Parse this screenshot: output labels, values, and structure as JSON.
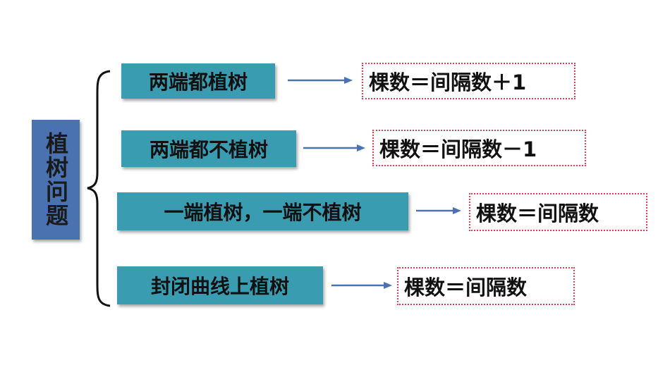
{
  "main_label": "植树问题",
  "rows": [
    {
      "category": "两端都植树",
      "formula": "棵数＝间隔数＋1"
    },
    {
      "category": "两端都不植树",
      "formula": "棵数＝间隔数－1"
    },
    {
      "category": "一端植树，一端不植树",
      "formula": "棵数＝间隔数"
    },
    {
      "category": "封闭曲线上植树",
      "formula": "棵数＝间隔数"
    }
  ],
  "colors": {
    "main_box": "#4a72b0",
    "category_box": "#3a9cb0",
    "arrow": "#4a72b0",
    "formula_border": "#e04050"
  }
}
